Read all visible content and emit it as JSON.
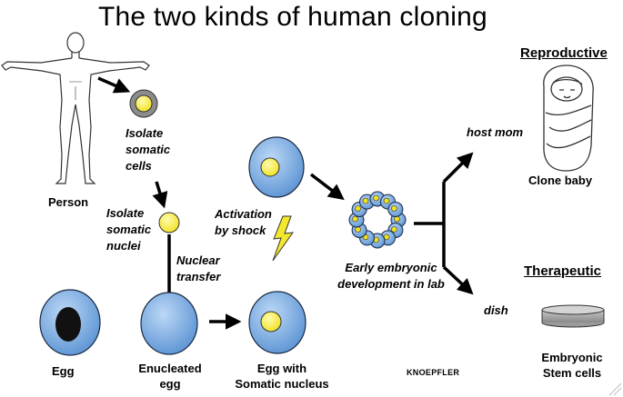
{
  "title": "The two kinds of human cloning",
  "labels": {
    "person": "Person",
    "isolate_cells": [
      "Isolate",
      "somatic",
      "cells"
    ],
    "isolate_nuclei": [
      "Isolate",
      "somatic",
      "nuclei"
    ],
    "nuclear_transfer": [
      "Nuclear",
      "transfer"
    ],
    "activation": [
      "Activation",
      "by shock"
    ],
    "egg": "Egg",
    "enucleated_egg": [
      "Enucleated",
      "egg"
    ],
    "egg_with_nucleus": [
      "Egg with",
      "Somatic nucleus"
    ],
    "early_development": [
      "Early embryonic",
      "development in lab"
    ],
    "host_mom": "host mom",
    "dish": "dish",
    "reproductive": "Reproductive",
    "clone_baby": "Clone baby",
    "therapeutic": "Therapeutic",
    "stem_cells": [
      "Embryonic",
      "Stem cells"
    ],
    "signature": "KNOEPFLER"
  },
  "colors": {
    "cell_blue": "#7fb3e8",
    "nucleus_yellow": "#f6ec3a",
    "outline": "#1a2a44",
    "somatic_grey": "#8c8c8c",
    "lightning": "#f3e82c"
  }
}
